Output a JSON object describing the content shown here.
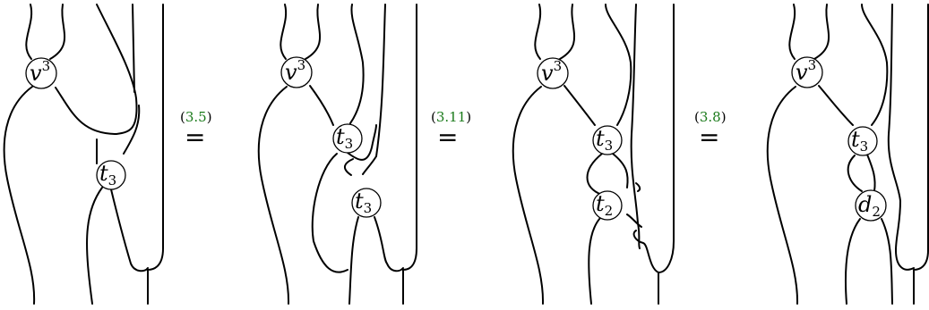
{
  "colors": {
    "ink": "#000000",
    "background": "#ffffff",
    "reference": "#1a7a1a"
  },
  "panels": [
    {
      "nodes": [
        {
          "id": "p1-v",
          "base": "v",
          "sup": "3"
        },
        {
          "id": "p1-t",
          "base": "t",
          "sub": "3"
        }
      ]
    },
    {
      "nodes": [
        {
          "id": "p2-v",
          "base": "v",
          "sup": "3"
        },
        {
          "id": "p2-t-upper",
          "base": "t",
          "sub": "3"
        },
        {
          "id": "p2-t-lower",
          "base": "t",
          "sub": "3"
        }
      ]
    },
    {
      "nodes": [
        {
          "id": "p3-v",
          "base": "v",
          "sup": "3"
        },
        {
          "id": "p3-t-upper",
          "base": "t",
          "sub": "3"
        },
        {
          "id": "p3-t-lower",
          "base": "t",
          "sub": "2"
        }
      ]
    },
    {
      "nodes": [
        {
          "id": "p4-v",
          "base": "v",
          "sup": "3"
        },
        {
          "id": "p4-t",
          "base": "t",
          "sub": "3"
        },
        {
          "id": "p4-d",
          "base": "d",
          "sub": "2"
        }
      ]
    }
  ],
  "equalities": [
    {
      "open": "(",
      "ref": "3.5",
      "close": ")",
      "sign": "="
    },
    {
      "open": "(",
      "ref": "3.11",
      "close": ")",
      "sign": "="
    },
    {
      "open": "(",
      "ref": "3.8",
      "close": ")",
      "sign": "="
    }
  ]
}
